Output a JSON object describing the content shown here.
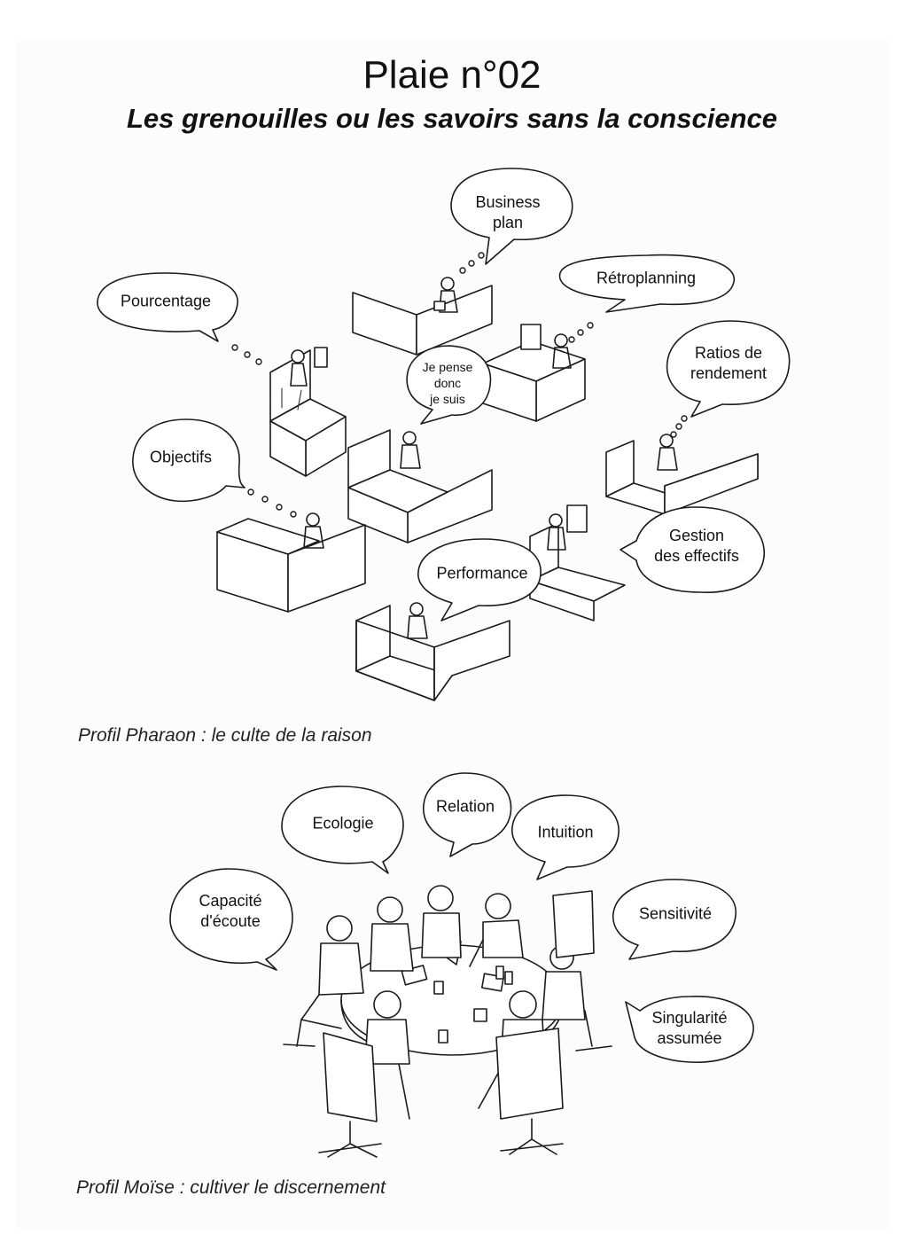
{
  "title": "Plaie n°02",
  "subtitle": "Les grenouilles ou les savoirs sans la conscience",
  "section_pharaon": {
    "caption": "Profil Pharaon : le culte de la raison",
    "bubbles": {
      "business_plan": [
        "Business",
        "plan"
      ],
      "retroplanning": "Rétroplanning",
      "pourcentage": "Pourcentage",
      "je_pense": [
        "Je pense",
        "donc",
        "je suis"
      ],
      "ratios": [
        "Ratios de",
        "rendement"
      ],
      "objectifs": "Objectifs",
      "gestion": [
        "Gestion",
        "des effectifs"
      ],
      "performance": "Performance"
    }
  },
  "section_moise": {
    "caption": "Profil Moïse : cultiver le discernement",
    "bubbles": {
      "ecologie": "Ecologie",
      "relation": "Relation",
      "intuition": "Intuition",
      "capacite": [
        "Capacité",
        "d'écoute"
      ],
      "sensitivite": "Sensitivité",
      "singularite": [
        "Singularité",
        "assumée"
      ]
    }
  }
}
